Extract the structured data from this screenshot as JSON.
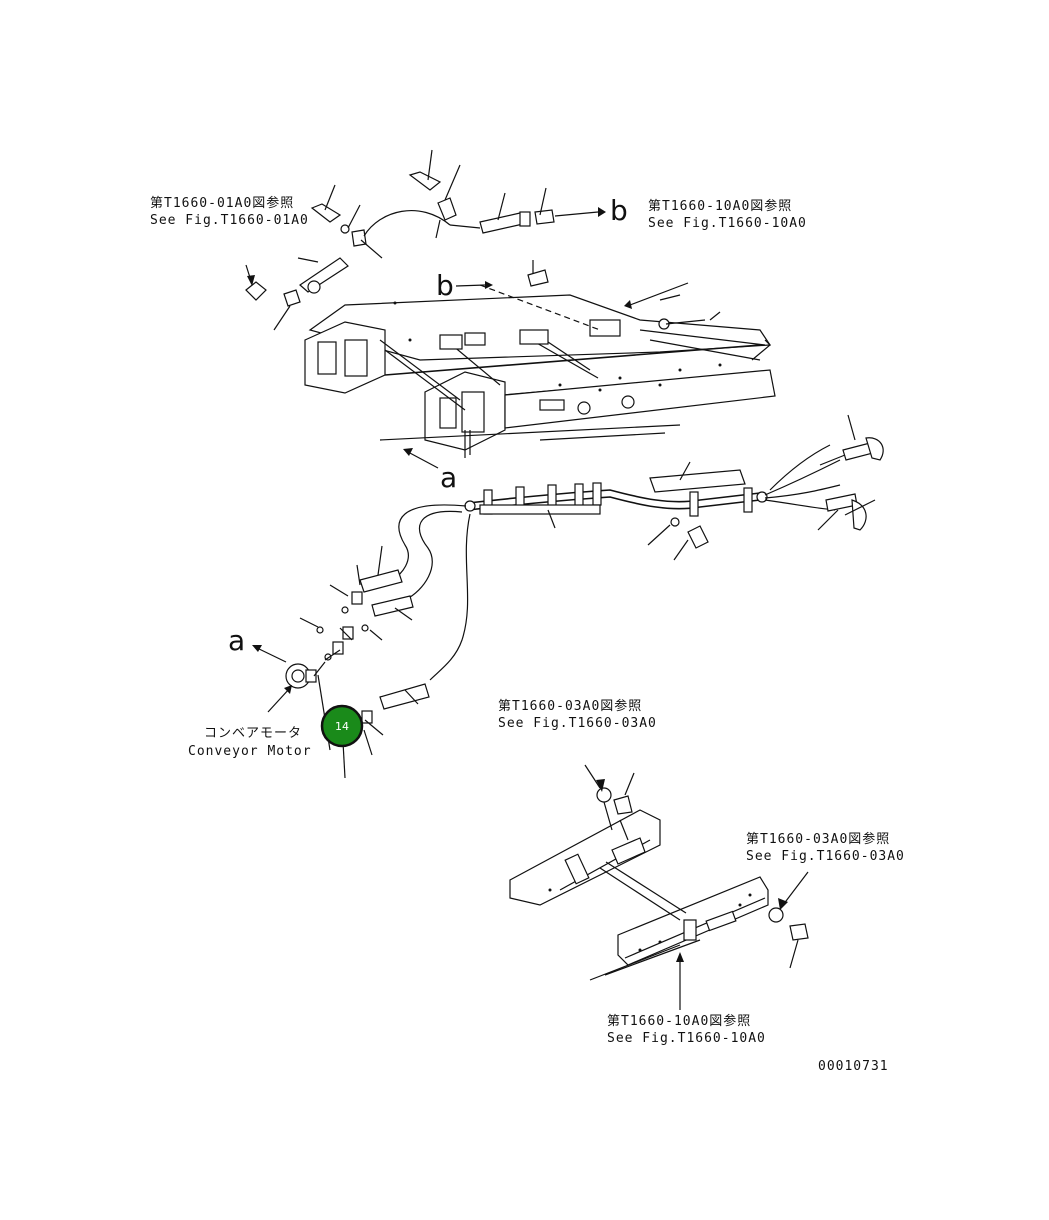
{
  "refs": {
    "top_left_jp": "第T1660-01A0図参照",
    "top_left_en": "See Fig.T1660-01A0",
    "top_right_jp": "第T1660-10A0図参照",
    "top_right_en": "See Fig.T1660-10A0",
    "mid_right_jp": "第T1660-03A0図参照",
    "mid_right_en": "See Fig.T1660-03A0",
    "far_right_jp": "第T1660-03A0図参照",
    "far_right_en": "See Fig.T1660-03A0",
    "bottom_jp": "第T1660-10A0図参照",
    "bottom_en": "See Fig.T1660-10A0"
  },
  "motor": {
    "label_jp": "コンベアモータ",
    "label_en": "Conveyor Motor"
  },
  "markers": {
    "b": "b",
    "a": "a"
  },
  "callout": {
    "number": "14",
    "color": "#1a8a1a"
  },
  "drawing_number": "00010731"
}
